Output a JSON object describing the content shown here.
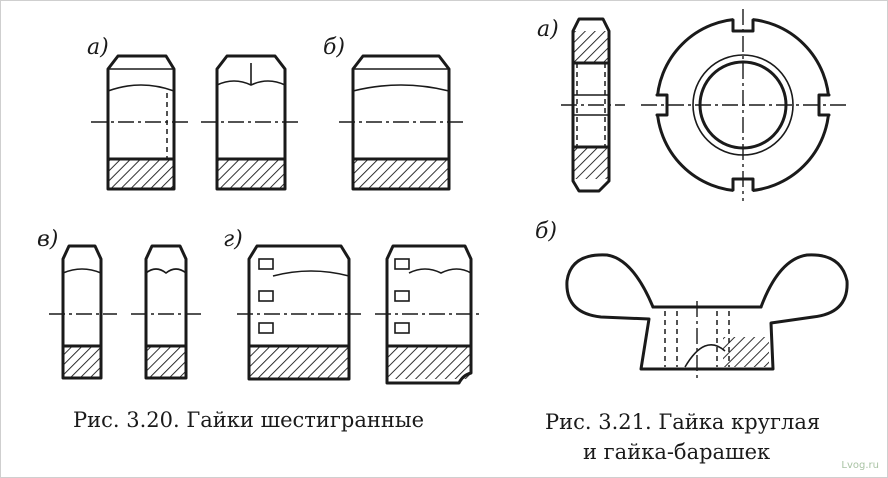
{
  "figure_320": {
    "labels": {
      "a": "а)",
      "b": "б)",
      "v": "в)",
      "g": "г)"
    },
    "caption": "Рис. 3.20. Гайки шестигранные"
  },
  "figure_321": {
    "labels": {
      "a": "а)",
      "b": "б)"
    },
    "caption_line1": "Рис. 3.21. Гайка круглая",
    "caption_line2": "и гайка-барашек"
  },
  "watermark": "Lvog.ru",
  "colors": {
    "ink": "#1a1a1a",
    "background": "#ffffff",
    "border": "#cfcfcf",
    "watermark": "#a9c3a4"
  }
}
